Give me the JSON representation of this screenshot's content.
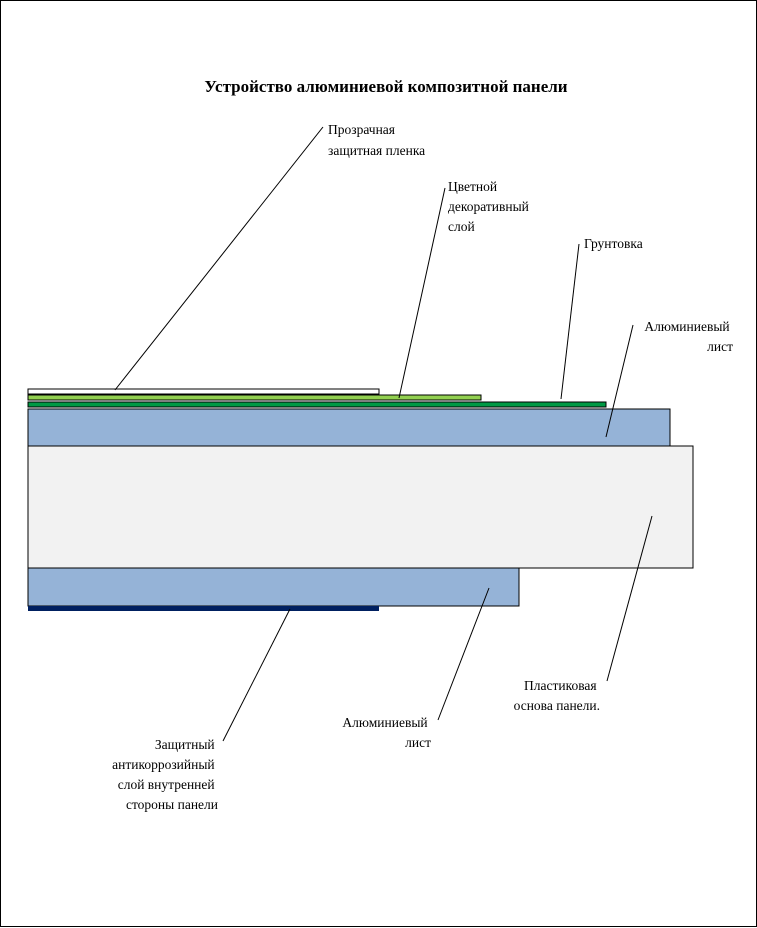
{
  "title": "Устройство алюминиевой композитной панели",
  "colors": {
    "protective_film": "#ffffff",
    "decorative_layer": "#92d050",
    "primer": "#009944",
    "aluminum_sheet": "#95b3d7",
    "plastic_core": "#f2f2f2",
    "anticorrosion_layer": "#002060",
    "outline": "#000000"
  },
  "labels": {
    "protective_film": [
      "Прозрачная",
      "защитная пленка"
    ],
    "decorative_layer": [
      "Цветной",
      "декоративный",
      "слой"
    ],
    "primer": [
      "Грунтовка"
    ],
    "aluminum_top": [
      "Алюминиевый",
      "лист"
    ],
    "plastic_core": [
      "Пластиковая",
      "основа панели."
    ],
    "aluminum_bottom": [
      "Алюминиевый",
      "лист"
    ],
    "anticorrosion": [
      "Защитный",
      "антикоррозийный",
      "слой внутренней",
      "стороны панели"
    ]
  }
}
